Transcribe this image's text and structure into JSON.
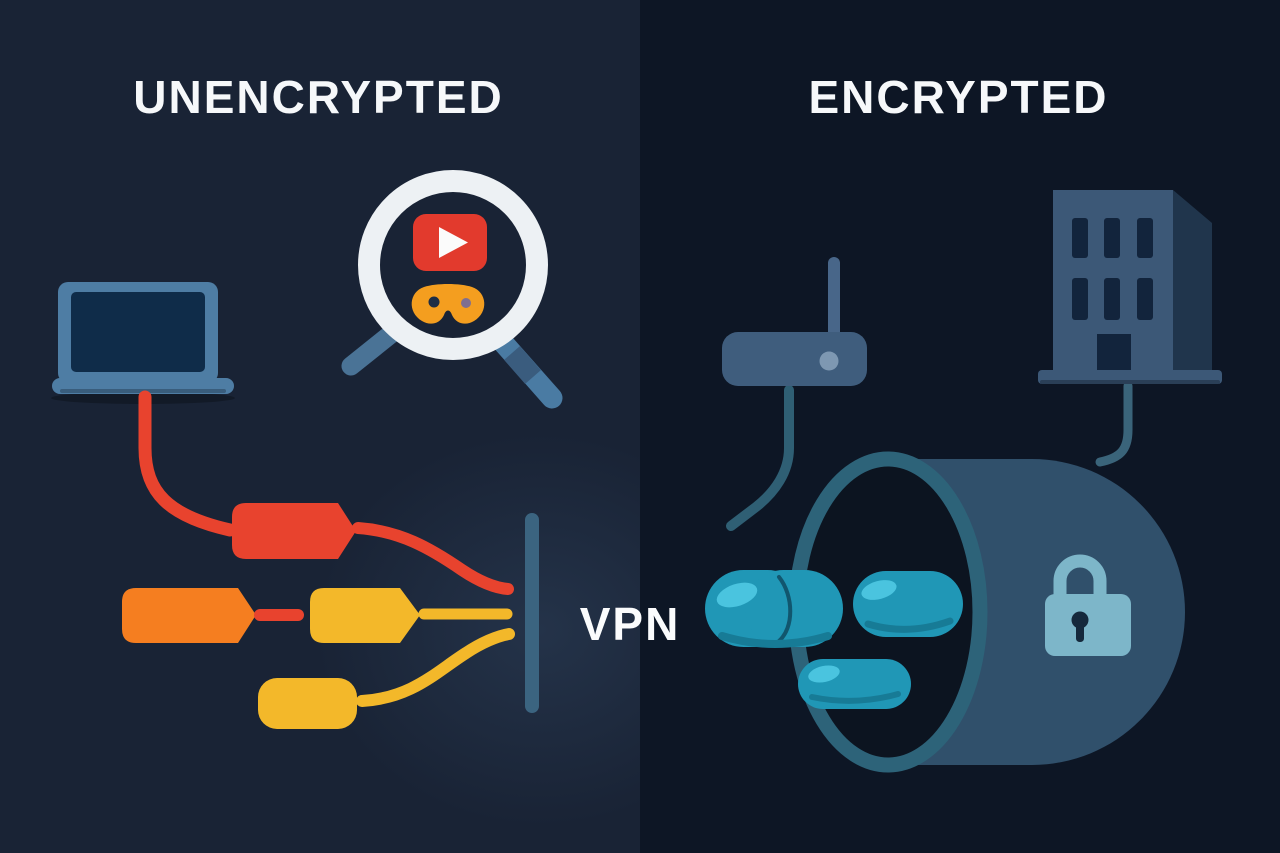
{
  "scene": {
    "description": "VPN comparison infographic: unencrypted traffic inspected vs encrypted traffic in tunnel"
  },
  "titles": {
    "left": "UNENCRYPTED",
    "right": "ENCRYPTED"
  },
  "labels": {
    "vpn": "VPN"
  },
  "icons": {
    "left_panel": [
      "laptop-icon",
      "magnifying-glass-icon",
      "youtube-play-icon",
      "game-controller-icon",
      "red-data-packet",
      "orange-data-packet",
      "yellow-data-packet",
      "vpn-wall"
    ],
    "right_panel": [
      "wifi-router-icon",
      "office-building-icon",
      "vpn-tunnel",
      "encrypted-capsule",
      "padlock-icon"
    ]
  },
  "colors": {
    "background_left": "#192335",
    "background_right": "#0d1625",
    "title_text": "#f6f8fa",
    "packet_red": "#e8432e",
    "packet_orange": "#f57e20",
    "packet_yellow": "#f3b82a",
    "vpn_wall": "#3b6480",
    "laptop_body": "#4e7da4",
    "laptop_screen": "#0f2c49",
    "magnifier_ring": "#edf1f4",
    "magnifier_handle": "#4a7ba3",
    "youtube_red": "#e23a2d",
    "controller_orange": "#f49e1f",
    "router_body": "#3f5d7d",
    "building_front": "#3c5877",
    "building_side": "#20354c",
    "window_dark": "#12243c",
    "tunnel_body": "#30506b",
    "tunnel_ring": "#2d6379",
    "tunnel_interior": "#0c1420",
    "capsule_teal": "#2097b6",
    "capsule_highlight": "#4ac4df",
    "cable_teal": "#2f5f74",
    "lock_teal": "#7db6c9"
  }
}
